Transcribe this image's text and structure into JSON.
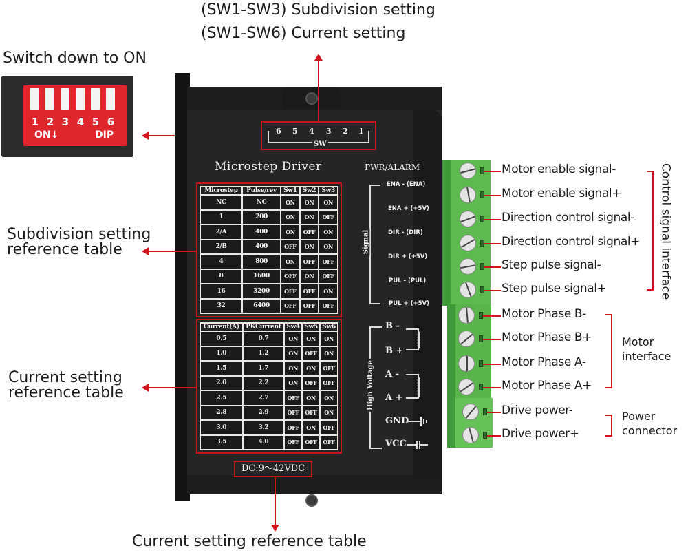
{
  "captions": {
    "top_line_1": "(SW1-SW3) Subdivision setting",
    "top_line_2": "(SW1-SW6) Current setting",
    "switch_note": "Switch down to ON",
    "subdivision_table_line_1": "Subdivision setting",
    "subdivision_table_line_2": "reference table",
    "current_table_line_1": "Current setting",
    "current_table_line_2": "reference table",
    "bottom": "Current setting reference table"
  },
  "dip_switch": {
    "numbers": [
      "1",
      "2",
      "3",
      "4",
      "5",
      "6"
    ],
    "on_label": "ON↓",
    "dip_label": "DIP",
    "color": "#e0262d"
  },
  "driver": {
    "title": "Microstep Driver",
    "pwr_alarm": "PWR/ALARM",
    "sw_digits": [
      "6",
      "5",
      "4",
      "3",
      "2",
      "1"
    ],
    "sw_label": "SW",
    "dc_rating": "DC:9～42VDC",
    "signal_group": "Signal",
    "high_voltage_group": "High Voltage",
    "signal_pins": [
      "ENA - (ENA)",
      "ENA + (+5V)",
      "DIR - (DIR)",
      "DIR + (+5V)",
      "PUL - (PUL)",
      "PUL + (+5V)"
    ],
    "power_pins": [
      "B -",
      "B +",
      "A -",
      "A +",
      "GND",
      "VCC"
    ]
  },
  "subdivision_table": {
    "headers": [
      "Microstep",
      "Pulse/rev",
      "Sw1",
      "Sw2",
      "Sw3"
    ],
    "rows": [
      [
        "NC",
        "NC",
        "ON",
        "ON",
        "ON"
      ],
      [
        "1",
        "200",
        "ON",
        "ON",
        "OFF"
      ],
      [
        "2/A",
        "400",
        "ON",
        "OFF",
        "ON"
      ],
      [
        "2/B",
        "400",
        "OFF",
        "ON",
        "ON"
      ],
      [
        "4",
        "800",
        "ON",
        "OFF",
        "OFF"
      ],
      [
        "8",
        "1600",
        "OFF",
        "ON",
        "OFF"
      ],
      [
        "16",
        "3200",
        "OFF",
        "OFF",
        "ON"
      ],
      [
        "32",
        "6400",
        "OFF",
        "OFF",
        "OFF"
      ]
    ]
  },
  "current_table": {
    "headers": [
      "Current(A)",
      "PKCurrent",
      "Sw4",
      "Sw5",
      "Sw6"
    ],
    "rows": [
      [
        "0.5",
        "0.7",
        "ON",
        "ON",
        "ON"
      ],
      [
        "1.0",
        "1.2",
        "ON",
        "OFF",
        "ON"
      ],
      [
        "1.5",
        "1.7",
        "ON",
        "ON",
        "OFF"
      ],
      [
        "2.0",
        "2.2",
        "ON",
        "OFF",
        "OFF"
      ],
      [
        "2.5",
        "2.7",
        "OFF",
        "ON",
        "ON"
      ],
      [
        "2.8",
        "2.9",
        "OFF",
        "OFF",
        "ON"
      ],
      [
        "3.0",
        "3.2",
        "OFF",
        "ON",
        "OFF"
      ],
      [
        "3.5",
        "4.0",
        "OFF",
        "OFF",
        "OFF"
      ]
    ]
  },
  "terminals": {
    "labels": [
      "Motor enable signal-",
      "Motor enable signal+",
      "Direction control signal-",
      "Direction control signal+",
      "Step pulse signal-",
      "Step pulse signal+",
      "Motor Phase B-",
      "Motor Phase B+",
      "Motor Phase A-",
      "Motor Phase A+",
      "Drive power-",
      "Drive power+"
    ],
    "groups": {
      "control": "Control signal interface",
      "motor_line_1": "Motor",
      "motor_line_2": "interface",
      "power_line_1": "Power",
      "power_line_2": "connector"
    }
  },
  "colors": {
    "accent_red": "#d0141e",
    "terminal_green": "#5cba4f",
    "body_black": "#252525"
  }
}
